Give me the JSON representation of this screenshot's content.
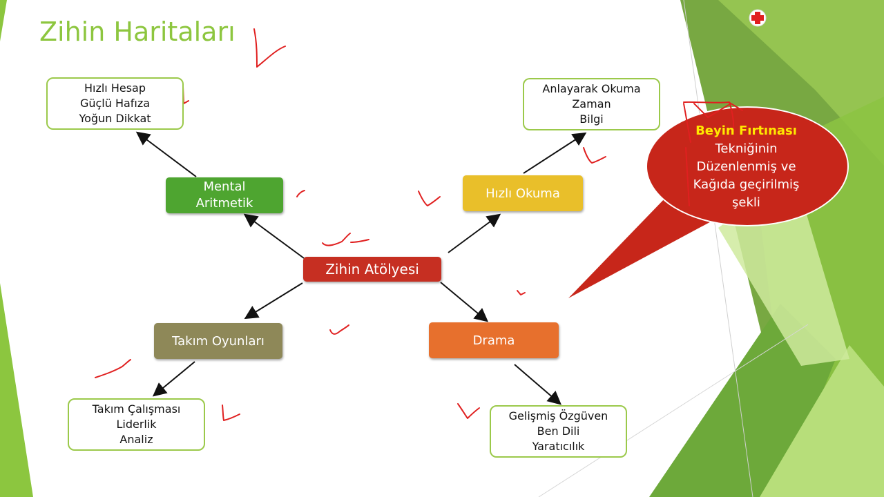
{
  "slide": {
    "title": "Zihin Haritaları",
    "center": {
      "label": "Zihin Atölyesi",
      "color": "#C62F22"
    },
    "branches": [
      {
        "id": "mental",
        "label_lines": [
          "Mental",
          "Aritmetik"
        ],
        "color": "#4EA530",
        "details": [
          "Hızlı Hesap",
          "Güçlü Hafıza",
          "Yoğun Dikkat"
        ]
      },
      {
        "id": "hizli",
        "label_lines": [
          "Hızlı Okuma"
        ],
        "color": "#E9BF2A",
        "details": [
          "Anlayarak Okuma",
          "Zaman",
          "Bilgi"
        ]
      },
      {
        "id": "takim",
        "label_lines": [
          "Takım Oyunları"
        ],
        "color": "#8E8858",
        "details": [
          "Takım Çalışması",
          "Liderlik",
          "Analiz"
        ]
      },
      {
        "id": "drama",
        "label_lines": [
          "Drama"
        ],
        "color": "#E7702D",
        "details": [
          "Gelişmiş Özgüven",
          "Ben Dili",
          "Yaratıcılık"
        ]
      }
    ],
    "callout": {
      "highlight": "Beyin Fırtınası",
      "lines": [
        "Tekniğinin",
        "Düzenlenmiş ve",
        "Kağıda geçirilmiş",
        "şekli"
      ],
      "color": "#C7261A",
      "highlight_color": "#FFE800"
    },
    "colors": {
      "title": "#8DC63F",
      "box_border": "#9BC94A",
      "annotation": "#E02020"
    },
    "icons": [
      "close-icon"
    ]
  }
}
